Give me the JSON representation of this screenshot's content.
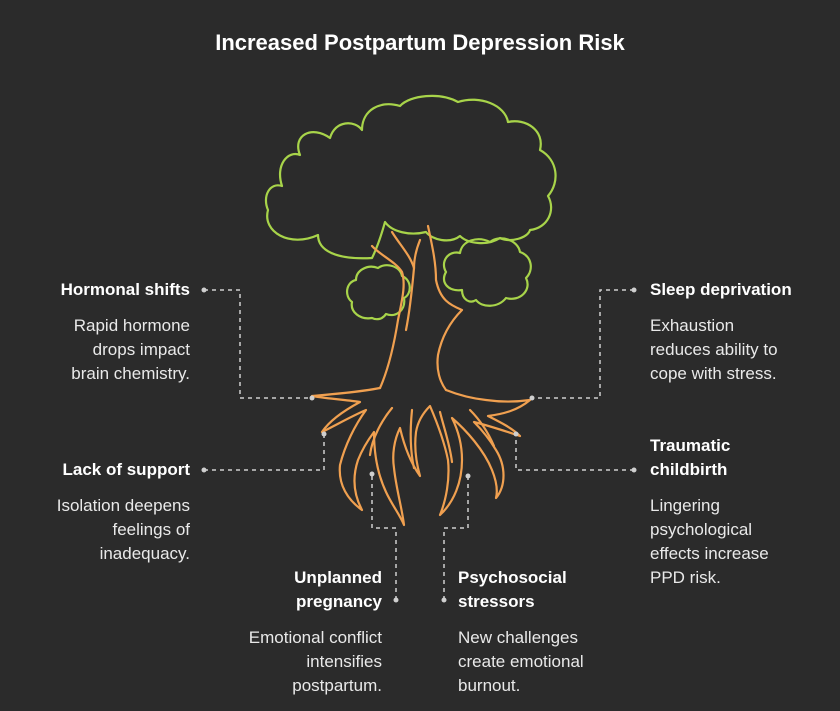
{
  "title": "Increased Postpartum Depression Risk",
  "factors": {
    "hormonal": {
      "title": "Hormonal shifts",
      "line1": "Rapid hormone",
      "line2": "drops impact",
      "line3": "brain chemistry."
    },
    "support": {
      "title": "Lack of support",
      "line1": "Isolation deepens",
      "line2": "feelings of",
      "line3": "inadequacy."
    },
    "unplanned": {
      "title1": "Unplanned",
      "title2": "pregnancy",
      "line1": "Emotional conflict",
      "line2": "intensifies",
      "line3": "postpartum."
    },
    "psychosocial": {
      "title1": "Psychosocial",
      "title2": "stressors",
      "line1": "New challenges",
      "line2": "create emotional",
      "line3": "burnout."
    },
    "sleep": {
      "title": "Sleep deprivation",
      "line1": "Exhaustion",
      "line2": "reduces ability to",
      "line3": "cope with stress."
    },
    "traumatic": {
      "title1": "Traumatic",
      "title2": "childbirth",
      "line1": "Lingering",
      "line2": "psychological",
      "line3": "effects increase",
      "line4": "PPD risk."
    }
  },
  "colors": {
    "background": "#2b2b2b",
    "canopy": "#a8d44a",
    "trunk": "#f0a050",
    "connector": "#cfcfcf",
    "text": "#ffffff"
  }
}
